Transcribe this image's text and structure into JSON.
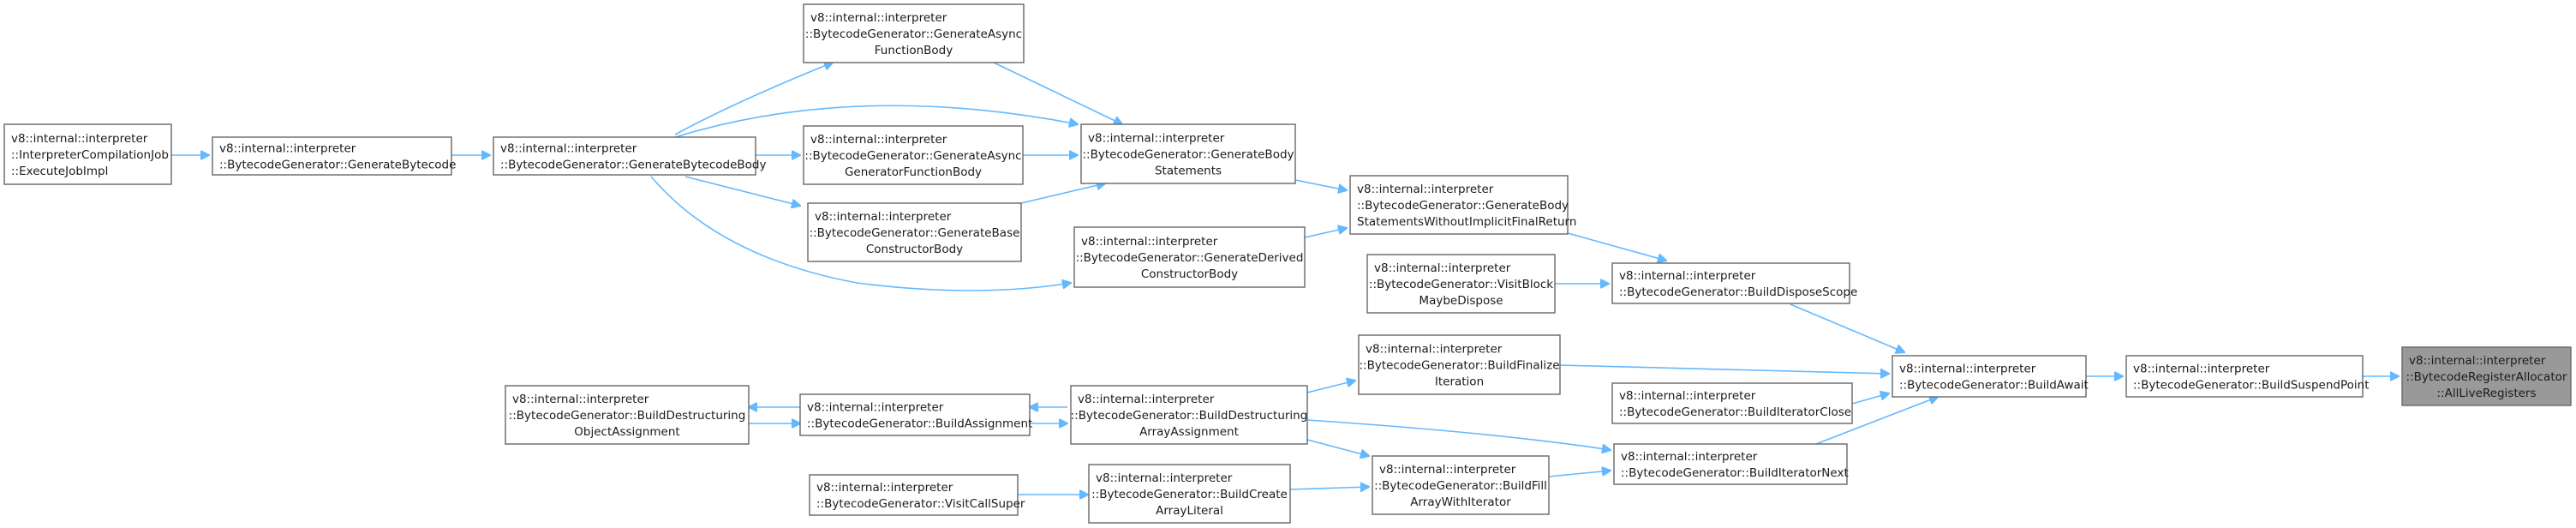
{
  "nodes": {
    "n_execjob": {
      "lines": [
        "v8::internal::interpreter",
        "::InterpreterCompilationJob",
        "::ExecuteJobImpl"
      ]
    },
    "n_genbytecode": {
      "lines": [
        "v8::internal::interpreter",
        "::BytecodeGenerator::GenerateBytecode"
      ]
    },
    "n_genbytecodebody": {
      "lines": [
        "v8::internal::interpreter",
        "::BytecodeGenerator::GenerateBytecodeBody"
      ]
    },
    "n_genasyncfunc": {
      "lines": [
        "v8::internal::interpreter",
        "::BytecodeGenerator::GenerateAsync",
        "FunctionBody"
      ]
    },
    "n_genasyncgen": {
      "lines": [
        "v8::internal::interpreter",
        "::BytecodeGenerator::GenerateAsync",
        "GeneratorFunctionBody"
      ]
    },
    "n_genbaseconstructor": {
      "lines": [
        "v8::internal::interpreter",
        "::BytecodeGenerator::GenerateBase",
        "ConstructorBody"
      ]
    },
    "n_genbodystatements": {
      "lines": [
        "v8::internal::interpreter",
        "::BytecodeGenerator::GenerateBody",
        "Statements"
      ]
    },
    "n_genderivedconstructor": {
      "lines": [
        "v8::internal::interpreter",
        "::BytecodeGenerator::GenerateDerived",
        "ConstructorBody"
      ]
    },
    "n_genbodynoreturn": {
      "lines": [
        "v8::internal::interpreter",
        "::BytecodeGenerator::GenerateBody",
        "StatementsWithoutImplicitFinalReturn"
      ]
    },
    "n_visitblock": {
      "lines": [
        "v8::internal::interpreter",
        "::BytecodeGenerator::VisitBlock",
        "MaybeDispose"
      ]
    },
    "n_builddisposescope": {
      "lines": [
        "v8::internal::interpreter",
        "::BytecodeGenerator::BuildDisposeScope"
      ]
    },
    "n_buildfinalize": {
      "lines": [
        "v8::internal::interpreter",
        "::BytecodeGenerator::BuildFinalize",
        "Iteration"
      ]
    },
    "n_builditeratorclose": {
      "lines": [
        "v8::internal::interpreter",
        "::BytecodeGenerator::BuildIteratorClose"
      ]
    },
    "n_buildawait": {
      "lines": [
        "v8::internal::interpreter",
        "::BytecodeGenerator::BuildAwait"
      ]
    },
    "n_buildsuspend": {
      "lines": [
        "v8::internal::interpreter",
        "::BytecodeGenerator::BuildSuspendPoint"
      ]
    },
    "n_alllive": {
      "lines": [
        "v8::internal::interpreter",
        "::BytecodeRegisterAllocator",
        "::AllLiveRegisters"
      ]
    },
    "n_builddestructobj": {
      "lines": [
        "v8::internal::interpreter",
        "::BytecodeGenerator::BuildDestructuring",
        "ObjectAssignment"
      ]
    },
    "n_buildassignment": {
      "lines": [
        "v8::internal::interpreter",
        "::BytecodeGenerator::BuildAssignment"
      ]
    },
    "n_builddestructarray": {
      "lines": [
        "v8::internal::interpreter",
        "::BytecodeGenerator::BuildDestructuring",
        "ArrayAssignment"
      ]
    },
    "n_builditeratornext": {
      "lines": [
        "v8::internal::interpreter",
        "::BytecodeGenerator::BuildIteratorNext"
      ]
    },
    "n_visitcallsuper": {
      "lines": [
        "v8::internal::interpreter",
        "::BytecodeGenerator::VisitCallSuper"
      ]
    },
    "n_buildcreatearray": {
      "lines": [
        "v8::internal::interpreter",
        "::BytecodeGenerator::BuildCreate",
        "ArrayLiteral"
      ]
    },
    "n_buildfillarray": {
      "lines": [
        "v8::internal::interpreter",
        "::BytecodeGenerator::BuildFill",
        "ArrayWithIterator"
      ]
    }
  },
  "colors": {
    "edge": "#63b8ff",
    "node_border": "#666666",
    "node_fill": "#ffffff",
    "highlight_fill": "#999999"
  }
}
